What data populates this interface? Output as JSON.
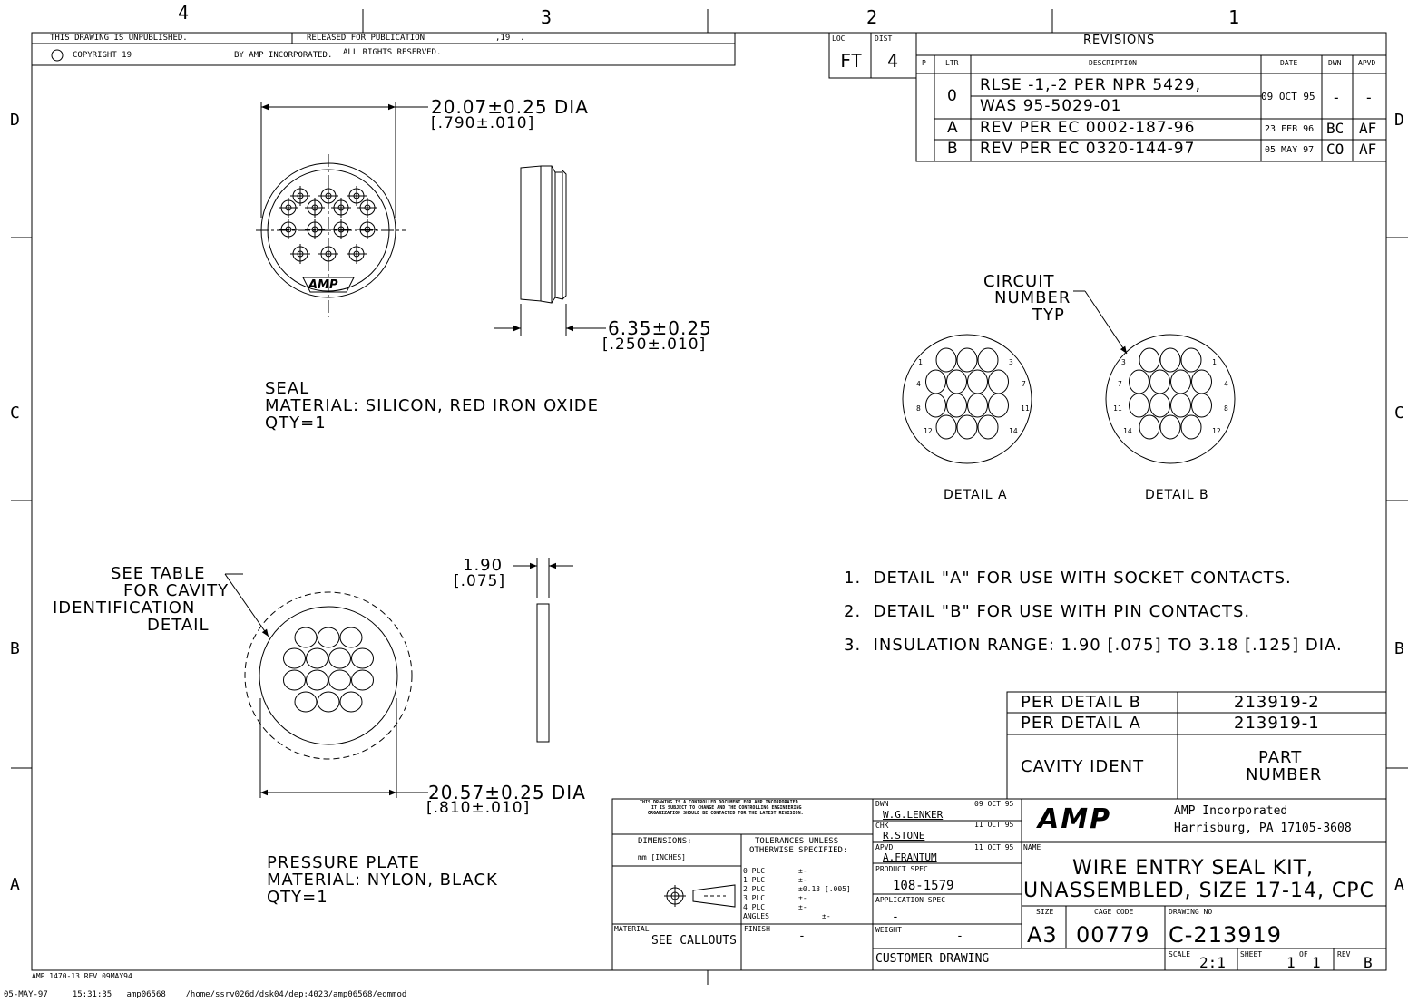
{
  "zones": {
    "top": [
      "4",
      "3",
      "2",
      "1"
    ],
    "side": [
      "D",
      "C",
      "B",
      "A"
    ]
  },
  "title_strip": {
    "unpublished": "THIS DRAWING IS UNPUBLISHED.",
    "released": "RELEASED FOR PUBLICATION",
    "year": ",19  .",
    "copyright": "COPYRIGHT 19",
    "by": "BY AMP INCORPORATED.",
    "rights": "ALL RIGHTS RESERVED."
  },
  "loc": {
    "label": "LOC",
    "value": "FT"
  },
  "dist": {
    "label": "DIST",
    "value": "4"
  },
  "revisions": {
    "title": "REVISIONS",
    "headers": [
      "P",
      "LTR",
      "DESCRIPTION",
      "DATE",
      "DWN",
      "APVD"
    ],
    "rows": [
      {
        "ltr": "0",
        "desc": [
          "RLSE -1,-2 PER NPR 5429,",
          "WAS 95-5029-01"
        ],
        "date": "09 OCT 95",
        "dwn": "-",
        "apvd": "-"
      },
      {
        "ltr": "A",
        "desc": [
          "REV PER EC 0002-187-96"
        ],
        "date": "23 FEB 96",
        "dwn": "BC",
        "apvd": "AF"
      },
      {
        "ltr": "B",
        "desc": [
          "REV PER EC 0320-144-97"
        ],
        "date": "05 MAY 97",
        "dwn": "CO",
        "apvd": "AF"
      }
    ]
  },
  "seal": {
    "dia": "20.07±0.25 DIA",
    "dia_in": "[.790±.010]",
    "thick": "6.35±0.25",
    "thick_in": "[.250±.010]",
    "logo": "AMP",
    "label": [
      "SEAL",
      "MATERIAL: SILICON, RED IRON OXIDE",
      "QTY=1"
    ]
  },
  "details": {
    "callout": [
      "CIRCUIT",
      "NUMBER",
      "TYP"
    ],
    "a_label": "DETAIL A",
    "b_label": "DETAIL B",
    "a_numbers": [
      "1",
      "3",
      "4",
      "7",
      "8",
      "11",
      "12",
      "14"
    ],
    "b_numbers": [
      "3",
      "1",
      "7",
      "4",
      "11",
      "8",
      "14",
      "12"
    ]
  },
  "plate": {
    "see_table": [
      "SEE TABLE",
      "FOR CAVITY",
      "IDENTIFICATION",
      "DETAIL"
    ],
    "thick": "1.90",
    "thick_in": "[.075]",
    "dia": "20.57±0.25 DIA",
    "dia_in": "[.810±.010]",
    "label": [
      "PRESSURE PLATE",
      "MATERIAL: NYLON, BLACK",
      "QTY=1"
    ]
  },
  "notes": [
    "1.  DETAIL \"A\" FOR USE WITH SOCKET CONTACTS.",
    "2.  DETAIL \"B\" FOR USE WITH PIN CONTACTS.",
    "3.  INSULATION RANGE: 1.90 [.075] TO 3.18 [.125] DIA."
  ],
  "part_table": {
    "rows": [
      {
        "ident": "PER DETAIL B",
        "part": "213919-2"
      },
      {
        "ident": "PER DETAIL A",
        "part": "213919-1"
      }
    ],
    "header_ident": "CAVITY IDENT",
    "header_part": [
      "PART",
      "NUMBER"
    ]
  },
  "title_block": {
    "controlled": [
      "THIS DRAWING IS A CONTROLLED DOCUMENT FOR AMP INCORPORATED.",
      "IT IS SUBJECT TO CHANGE AND THE CONTROLLING ENGINEERING",
      "ORGANIZATION SHOULD BE CONTACTED FOR THE LATEST REVISION."
    ],
    "dimensions": "DIMENSIONS:",
    "dim_units": "mm [INCHES]",
    "tolerances": [
      "TOLERANCES UNLESS",
      "OTHERWISE SPECIFIED:"
    ],
    "tol_rows": [
      {
        "k": "0 PLC",
        "v": "±-"
      },
      {
        "k": "1 PLC",
        "v": "±-"
      },
      {
        "k": "2 PLC",
        "v": "±0.13 [.005]"
      },
      {
        "k": "3 PLC",
        "v": "±-"
      },
      {
        "k": "4 PLC",
        "v": "±-"
      },
      {
        "k": "ANGLES",
        "v": "±-"
      }
    ],
    "material_label": "MATERIAL",
    "material": "SEE CALLOUTS",
    "finish_label": "FINISH",
    "finish": "-",
    "dwn_label": "DWN",
    "dwn": "W.G.LENKER",
    "dwn_date": "09 OCT 95",
    "chk_label": "CHK",
    "chk": "R.STONE",
    "chk_date": "11 OCT 95",
    "apvd_label": "APVD",
    "apvd": "A.FRANTUM",
    "apvd_date": "11 OCT 95",
    "product_spec_label": "PRODUCT SPEC",
    "product_spec": "108-1579",
    "application_spec_label": "APPLICATION SPEC",
    "application_spec": "-",
    "weight_label": "WEIGHT",
    "weight": "-",
    "customer": "CUSTOMER DRAWING",
    "company_logo": "AMP",
    "company": [
      "AMP Incorporated",
      "Harrisburg, PA 17105-3608"
    ],
    "name_label": "NAME",
    "name": [
      "WIRE ENTRY SEAL KIT,",
      "UNASSEMBLED, SIZE 17-14, CPC"
    ],
    "size_label": "SIZE",
    "size": "A3",
    "cage_label": "CAGE CODE",
    "cage": "00779",
    "dwg_label": "DRAWING NO",
    "dwg": "C-213919",
    "scale_label": "SCALE",
    "scale": "2:1",
    "sheet_label": "SHEET",
    "sheet": "1",
    "of_label": "OF",
    "of": "1",
    "rev_label": "REV",
    "rev": "B"
  },
  "form_note": "AMP 1470-13 REV 09MAY94",
  "plot_info": "05-MAY-97     15:31:35   amp06568    /home/ssrv026d/dsk04/dep:4023/amp06568/edmmod"
}
